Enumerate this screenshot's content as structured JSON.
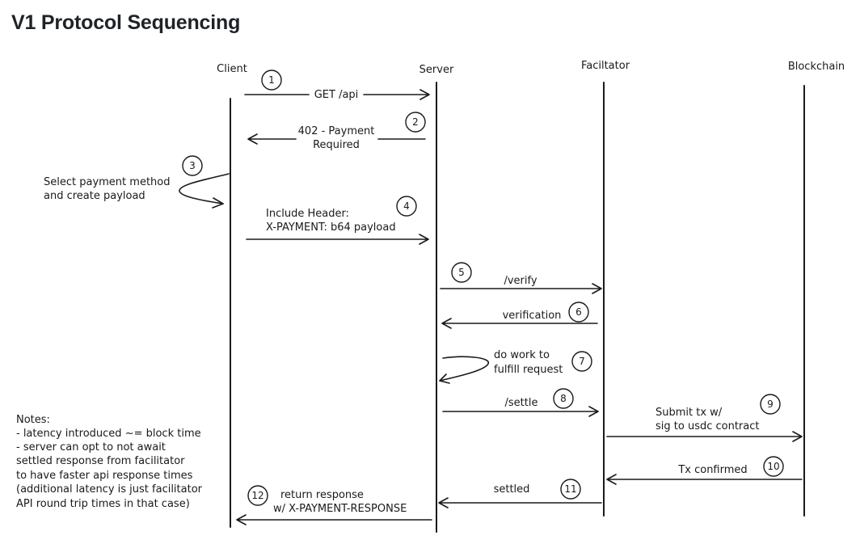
{
  "page": {
    "title": "V1 Protocol Sequencing"
  },
  "actors": [
    {
      "id": "client",
      "label": "Client"
    },
    {
      "id": "server",
      "label": "Server"
    },
    {
      "id": "facilitator",
      "label": "Faciltator"
    },
    {
      "id": "blockchain",
      "label": "Blockchain"
    }
  ],
  "steps": [
    {
      "number": "1",
      "from": "client",
      "to": "server",
      "lines": [
        "GET /api"
      ]
    },
    {
      "number": "2",
      "from": "server",
      "to": "client",
      "lines": [
        "402 - Payment",
        "Required"
      ]
    },
    {
      "number": "3",
      "from": "client",
      "to": "client",
      "lines": [
        "Select payment method",
        "and create payload"
      ]
    },
    {
      "number": "4",
      "from": "client",
      "to": "server",
      "lines": [
        "Include Header:",
        "X-PAYMENT: b64 payload"
      ]
    },
    {
      "number": "5",
      "from": "server",
      "to": "facilitator",
      "lines": [
        "/verify"
      ]
    },
    {
      "number": "6",
      "from": "facilitator",
      "to": "server",
      "lines": [
        "verification"
      ]
    },
    {
      "number": "7",
      "from": "server",
      "to": "server",
      "lines": [
        "do work to",
        "fulfill request"
      ]
    },
    {
      "number": "8",
      "from": "server",
      "to": "facilitator",
      "lines": [
        "/settle"
      ]
    },
    {
      "number": "9",
      "from": "facilitator",
      "to": "blockchain",
      "lines": [
        "Submit tx w/",
        "sig to usdc contract"
      ]
    },
    {
      "number": "10",
      "from": "blockchain",
      "to": "facilitator",
      "lines": [
        "Tx confirmed"
      ]
    },
    {
      "number": "11",
      "from": "facilitator",
      "to": "server",
      "lines": [
        "settled"
      ]
    },
    {
      "number": "12",
      "from": "server",
      "to": "client",
      "lines": [
        "return response",
        "w/ X-PAYMENT-RESPONSE"
      ]
    }
  ],
  "notes": {
    "lines": [
      "Notes:",
      "- latency introduced ~= block time",
      "- server can opt to not await",
      "settled response from facilitator",
      "to have faster api response times",
      "(additional latency is just facilitator",
      "API round trip times in that case)"
    ]
  }
}
